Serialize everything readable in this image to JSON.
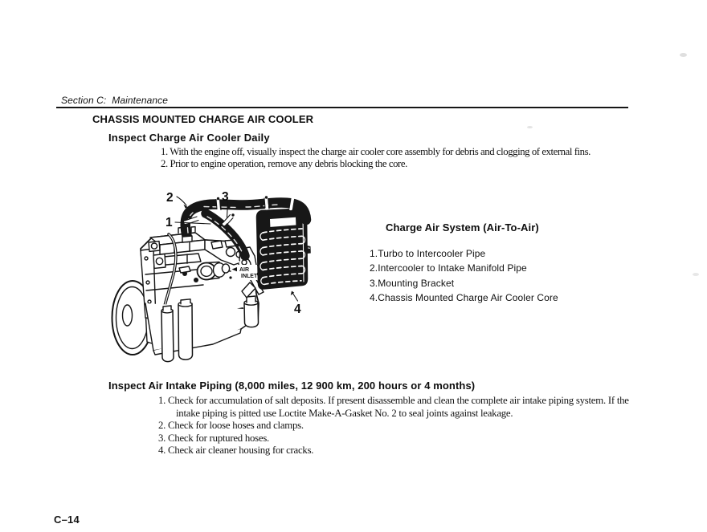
{
  "header": {
    "section_label": "Section C:  Maintenance"
  },
  "content": {
    "title": "CHASSIS MOUNTED CHARGE AIR COOLER",
    "inspect_daily": {
      "heading": "Inspect Charge Air Cooler Daily",
      "steps": [
        "1. With the engine off, visually inspect the charge air cooler core assembly for debris and clogging of external fins.",
        "2. Prior to engine operation, remove any debris blocking the core."
      ]
    },
    "inspect_piping": {
      "heading": "Inspect Air Intake Piping (8,000 miles, 12 900 km, 200 hours or 4 months)",
      "steps": [
        [
          "1. Check for accumulation of salt deposits. If present disassemble and clean the complete air intake piping system. If the",
          "intake piping is pitted use Loctite Make-A-Gasket No. 2 to seal joints against leakage."
        ],
        [
          "2. Check for loose hoses and clamps."
        ],
        [
          "3. Check for ruptured hoses."
        ],
        [
          "4. Check air cleaner housing for cracks."
        ]
      ]
    }
  },
  "figure": {
    "caption": "Charge Air System (Air-To-Air)",
    "legend": [
      "1.Turbo to Intercooler Pipe",
      "2.Intercooler to Intake Manifold Pipe",
      "3.Mounting Bracket",
      "4.Chassis Mounted Charge Air Cooler Core"
    ],
    "callouts": {
      "c1": "1",
      "c2": "2",
      "c3": "3",
      "c4": "4"
    },
    "labels": {
      "air_inlet_line1": "AIR",
      "air_inlet_line2": "INLET"
    }
  },
  "footer": {
    "page_number": "C–14"
  }
}
